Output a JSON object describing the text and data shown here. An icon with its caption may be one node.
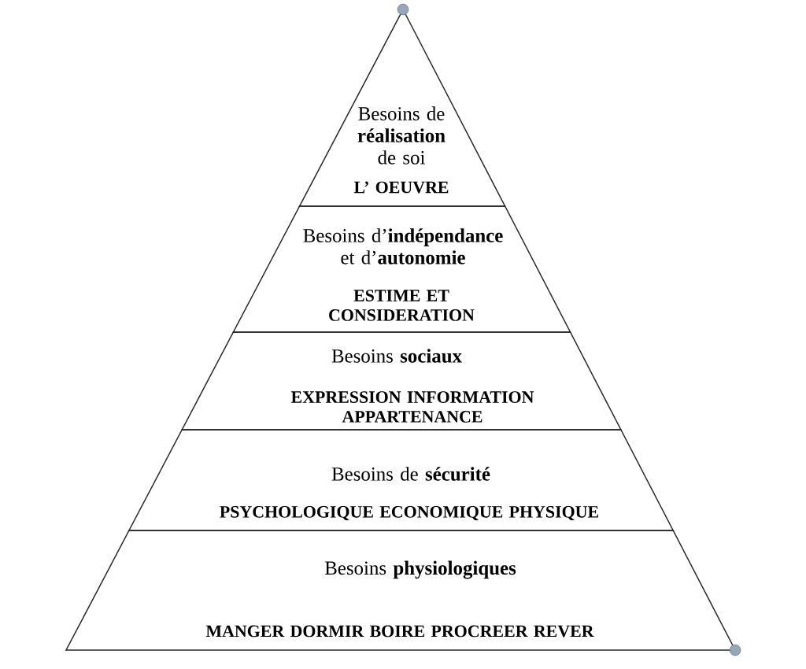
{
  "diagram": {
    "nodes": [
      {
        "text": [
          "Besoins de **réalisation** de soi",
          "L’ OEUVRE"
        ]
      },
      {
        "text": [
          "Besoins d’**indépendance** et d’**autonomie**",
          "ESTIME ET CONSIDERATION"
        ]
      },
      {
        "text": [
          "Besoins **sociaux**",
          "EXPRESSION INFORMATION APPARTENANCE"
        ]
      },
      {
        "text": [
          "Besoins de **sécurité**",
          "PSYCHOLOGIQUE ECONOMIQUE PHYSIQUE"
        ]
      },
      {
        "text": [
          "Besoins **physiologiques**",
          "MANGER DORMIR BOIRE PROCREER REVER"
        ]
      }
    ]
  }
}
